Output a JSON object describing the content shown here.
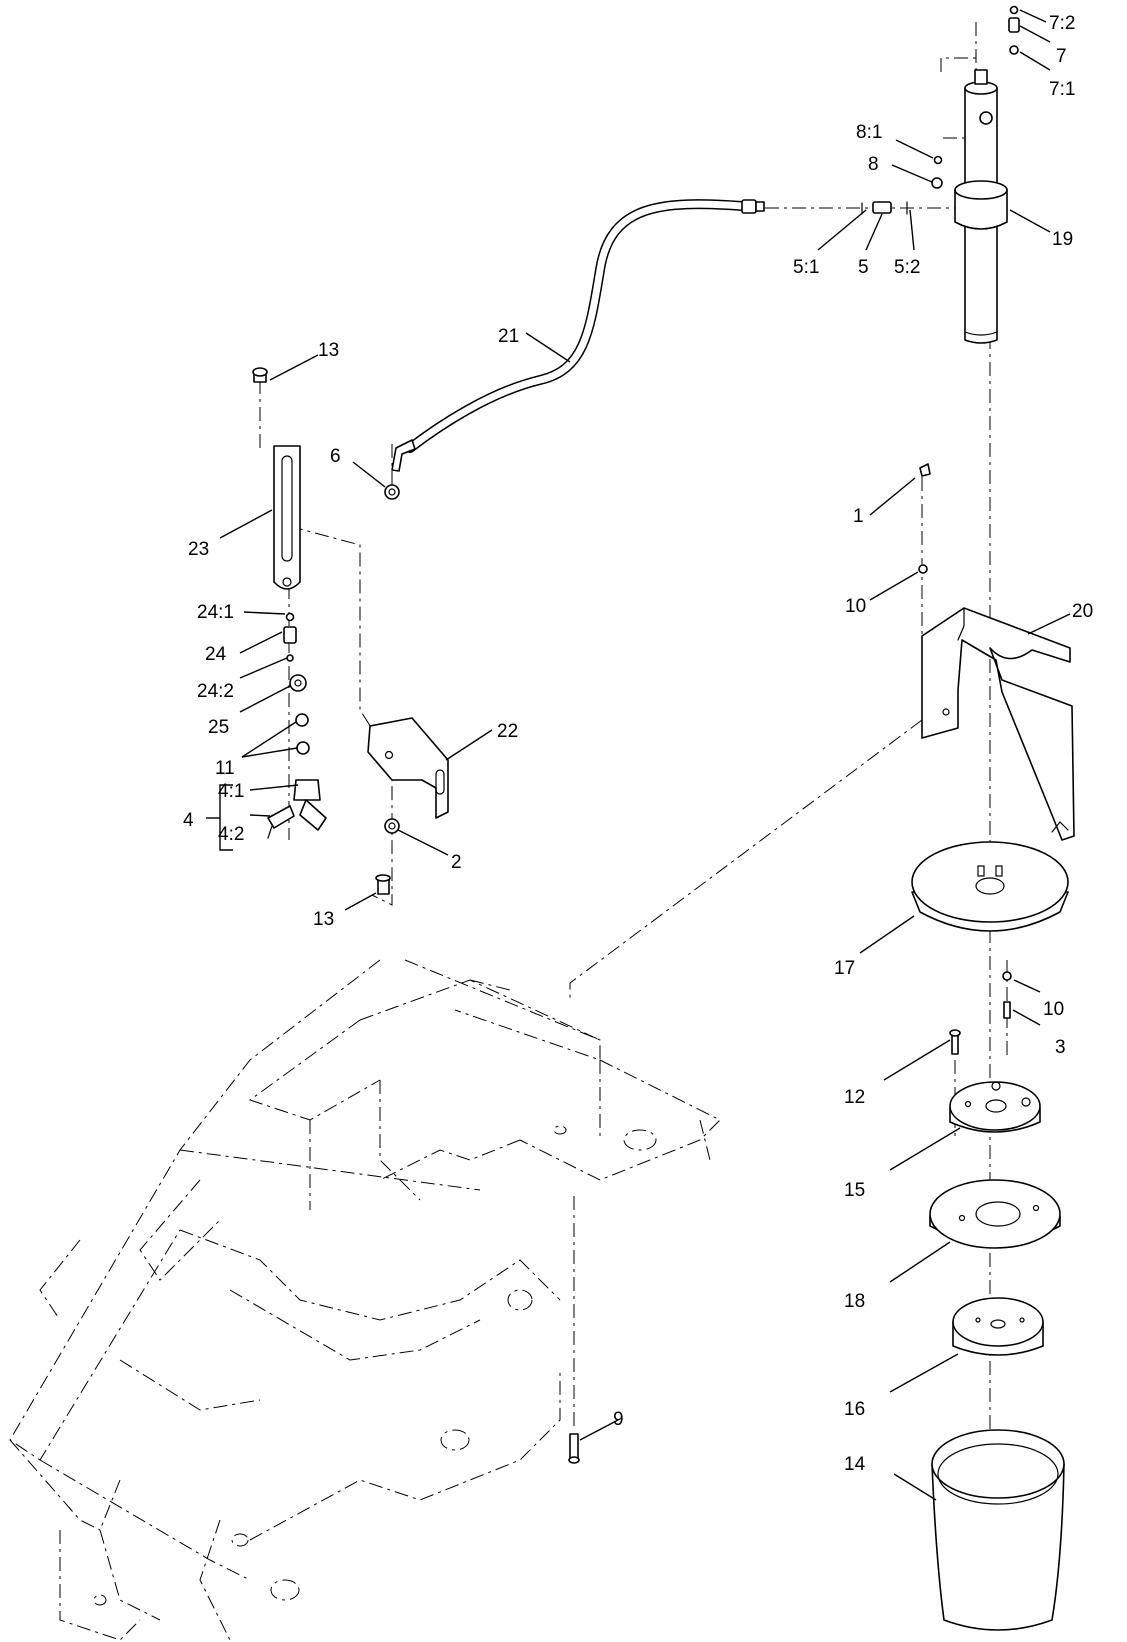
{
  "callouts": [
    {
      "id": "c-7-2",
      "text": "7:2"
    },
    {
      "id": "c-7",
      "text": "7"
    },
    {
      "id": "c-7-1",
      "text": "7:1"
    },
    {
      "id": "c-8-1",
      "text": "8:1"
    },
    {
      "id": "c-8",
      "text": "8"
    },
    {
      "id": "c-19",
      "text": "19"
    },
    {
      "id": "c-5-1",
      "text": "5:1"
    },
    {
      "id": "c-5",
      "text": "5"
    },
    {
      "id": "c-5-2",
      "text": "5:2"
    },
    {
      "id": "c-21",
      "text": "21"
    },
    {
      "id": "c-13a",
      "text": "13"
    },
    {
      "id": "c-6",
      "text": "6"
    },
    {
      "id": "c-23",
      "text": "23"
    },
    {
      "id": "c-24-1",
      "text": "24:1"
    },
    {
      "id": "c-24",
      "text": "24"
    },
    {
      "id": "c-24-2",
      "text": "24:2"
    },
    {
      "id": "c-25",
      "text": "25"
    },
    {
      "id": "c-11",
      "text": "11"
    },
    {
      "id": "c-4",
      "text": "4"
    },
    {
      "id": "c-4-1",
      "text": "4:1"
    },
    {
      "id": "c-4-2",
      "text": "4:2"
    },
    {
      "id": "c-22",
      "text": "22"
    },
    {
      "id": "c-2",
      "text": "2"
    },
    {
      "id": "c-13b",
      "text": "13"
    },
    {
      "id": "c-1",
      "text": "1"
    },
    {
      "id": "c-10a",
      "text": "10"
    },
    {
      "id": "c-20",
      "text": "20"
    },
    {
      "id": "c-17",
      "text": "17"
    },
    {
      "id": "c-10b",
      "text": "10"
    },
    {
      "id": "c-3",
      "text": "3"
    },
    {
      "id": "c-12",
      "text": "12"
    },
    {
      "id": "c-15",
      "text": "15"
    },
    {
      "id": "c-18",
      "text": "18"
    },
    {
      "id": "c-16",
      "text": "16"
    },
    {
      "id": "c-14",
      "text": "14"
    },
    {
      "id": "c-9",
      "text": "9"
    }
  ]
}
